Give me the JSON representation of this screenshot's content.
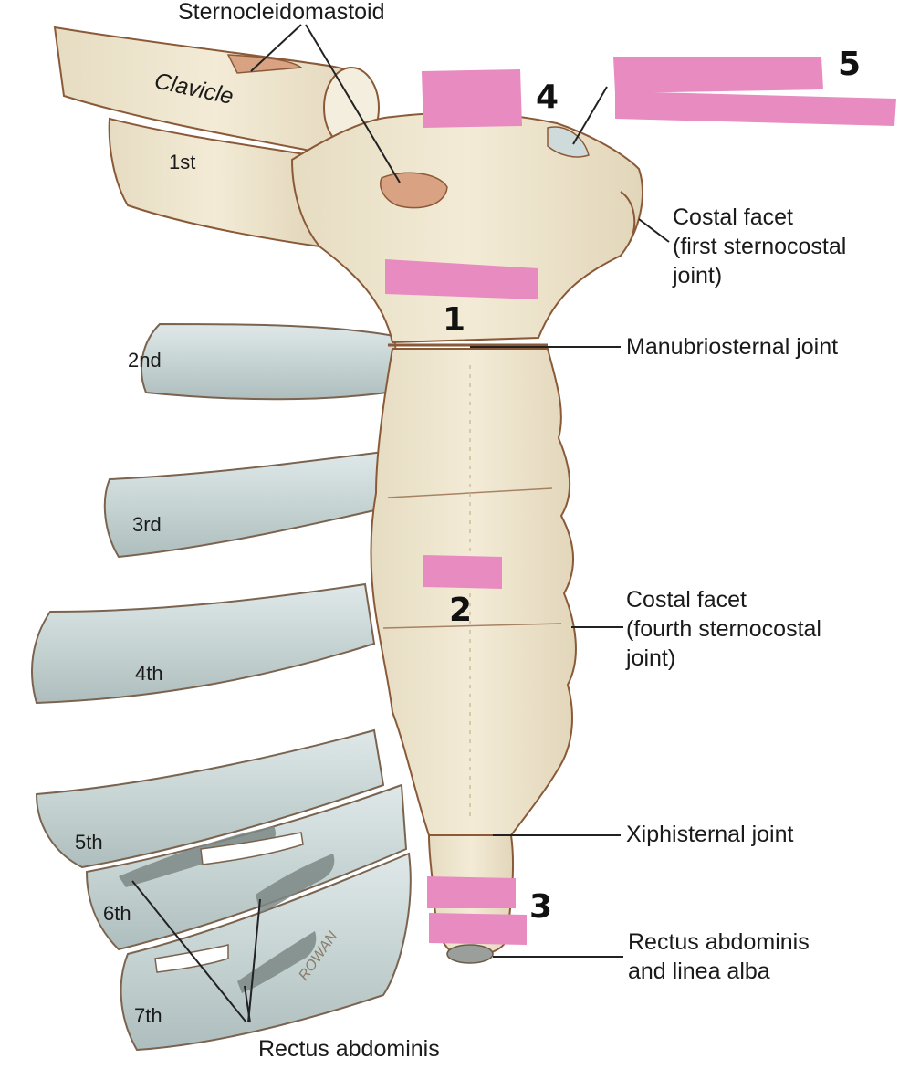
{
  "labels": {
    "sternocleidomastoid": "Sternocleidomastoid",
    "clavicle": "Clavicle",
    "rib_1": "1st",
    "rib_2": "2nd",
    "rib_3": "3rd",
    "rib_4": "4th",
    "rib_5": "5th",
    "rib_6": "6th",
    "rib_7": "7th",
    "costal_facet_first_l1": "Costal facet",
    "costal_facet_first_l2": "(first sternocostal",
    "costal_facet_first_l3": "joint)",
    "manubriosternal_joint": "Manubriosternal joint",
    "costal_facet_fourth_l1": "Costal facet",
    "costal_facet_fourth_l2": "(fourth sternocostal",
    "costal_facet_fourth_l3": "joint)",
    "xiphisternal_joint": "Xiphisternal joint",
    "rectus_linea_l1": "Rectus abdominis",
    "rectus_linea_l2": "and linea alba",
    "rectus_abdominis": "Rectus abdominis",
    "artist_signature": "ROWAN"
  },
  "handwritten_numbers": {
    "n1": "1",
    "n2": "2",
    "n3": "3",
    "n4": "4",
    "n5": "5"
  },
  "colors": {
    "bone": "#efe6cf",
    "bone_edge": "#8a5a38",
    "rib": "#cfdbdb",
    "rib_edge": "#7a6450",
    "muscle": "#d9a283",
    "tendon_grey": "#7d8886",
    "redaction_pink": "#e88bc1"
  }
}
